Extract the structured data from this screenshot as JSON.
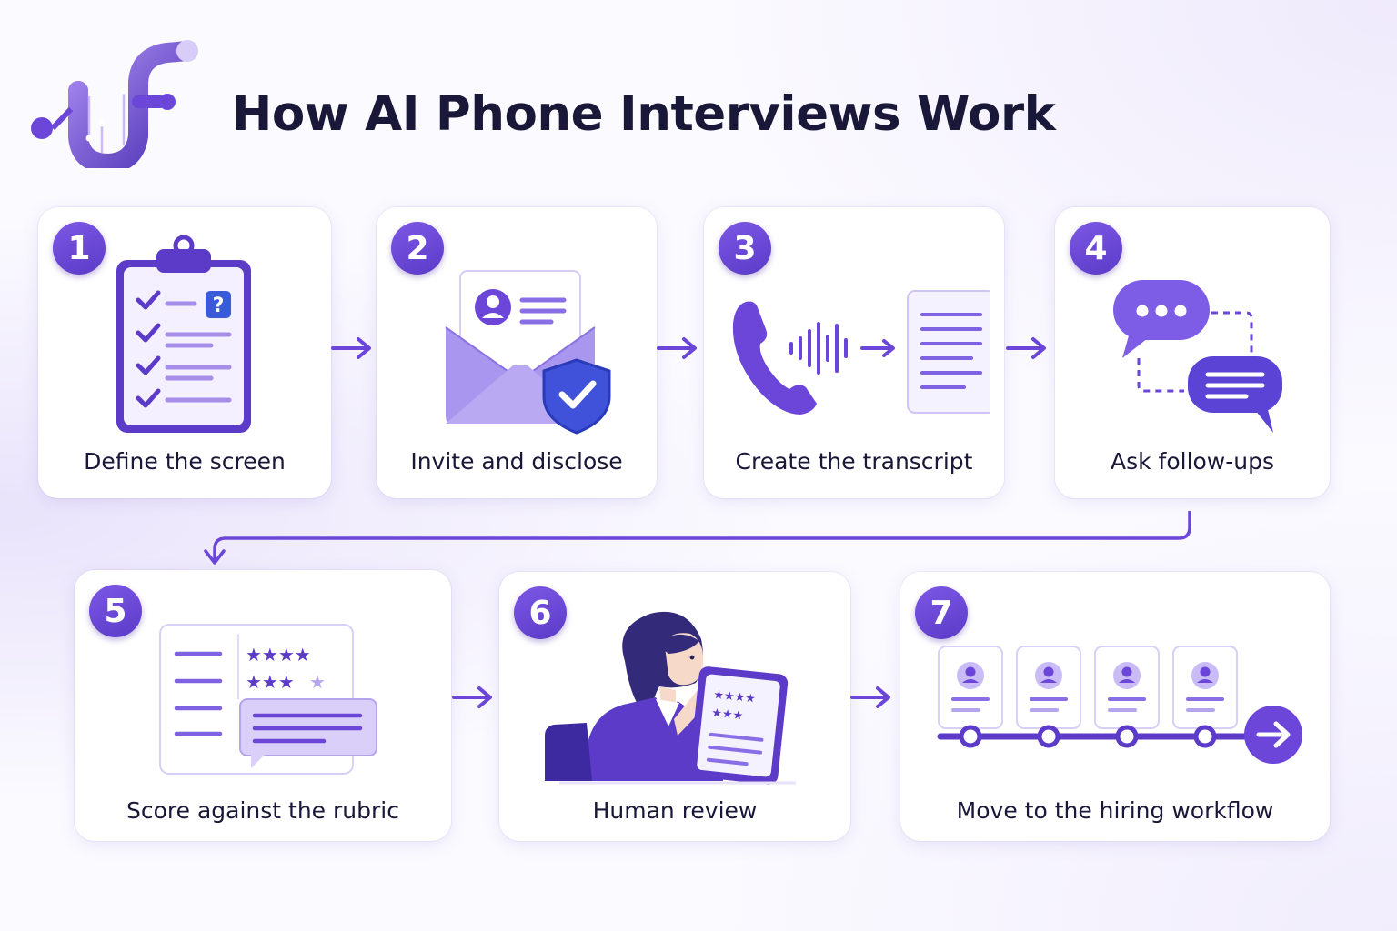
{
  "header": {
    "title": "How AI Phone Interviews Work"
  },
  "colors": {
    "accent": "#6b46d8",
    "accent_dark": "#4a2fb3",
    "accent_light": "#e6defc",
    "title_text": "#1a1838"
  },
  "steps": [
    {
      "number": "1",
      "label": "Define the screen",
      "icon": "clipboard-checklist-icon"
    },
    {
      "number": "2",
      "label": "Invite and disclose",
      "icon": "envelope-shield-icon"
    },
    {
      "number": "3",
      "label": "Create the transcript",
      "icon": "phone-transcript-icon"
    },
    {
      "number": "4",
      "label": "Ask follow-ups",
      "icon": "chat-bubbles-icon"
    },
    {
      "number": "5",
      "label": "Score against the rubric",
      "icon": "rubric-score-icon"
    },
    {
      "number": "6",
      "label": "Human review",
      "icon": "human-reviewer-icon"
    },
    {
      "number": "7",
      "label": "Move to the hiring workflow",
      "icon": "hiring-pipeline-icon"
    }
  ],
  "rubric_icon": {
    "mark": "?"
  }
}
